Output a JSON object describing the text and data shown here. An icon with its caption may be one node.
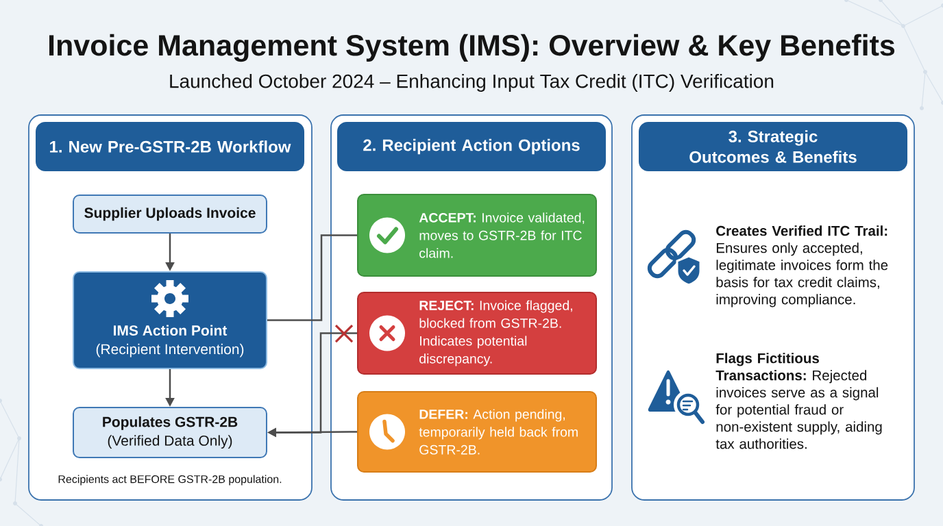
{
  "diagram": {
    "title": "Invoice Management System (IMS): Overview & Key Benefits",
    "nodes": [
      {
        "text": [
          "1. New Pre-GSTR-2B Workflow"
        ]
      },
      {
        "text": [
          "Supplier Uploads Invoice"
        ],
        "in": 0
      },
      {
        "text": [
          "IMS Action Point",
          "(Recipient Intervention)"
        ],
        "in": 0
      },
      {
        "text": [
          "Populates GSTR-2B",
          "(Verified Data Only)"
        ],
        "in": 0
      },
      {
        "text": [
          "2. Recipient Action Options"
        ]
      },
      {
        "text": [
          "**ACCEPT:** Invoice validated, moves to GSTR-2B for ITC claim."
        ],
        "in": 4
      },
      {
        "text": [
          "**REJECT:** Invoice flagged, blocked from GSTR-2B. Indicates potential discrepancy."
        ],
        "in": 4
      },
      {
        "text": [
          "**DEFER:** Action pending, temporarily held back from GSTR-2B."
        ],
        "in": 4
      },
      {
        "text": [
          "3. Strategic Outcomes & Benefits"
        ]
      }
    ],
    "edges": [
      {
        "from": 1,
        "to": 2,
        "arrow": "to"
      },
      {
        "from": 2,
        "to": 3,
        "arrow": "to"
      },
      {
        "from": 2,
        "to": 5,
        "arrow": "none"
      },
      {
        "from": 6,
        "to": 3,
        "arrow": "to"
      },
      {
        "from": 7,
        "to": 3,
        "arrow": "to"
      }
    ],
    "labels": [
      "Launched October 2024 – Enhancing Input Tax Credit (ITC) Verification",
      "Recipients act BEFORE GSTR-2B population.",
      "**Creates Verified ITC Trail:** Ensures only accepted, legitimate invoices form the basis for tax credit claims, improving compliance.",
      "**Flags Fictitious Transactions:** Rejected invoices serve as a signal for potential fraud or non-existent supply, aiding tax authorities."
    ]
  }
}
